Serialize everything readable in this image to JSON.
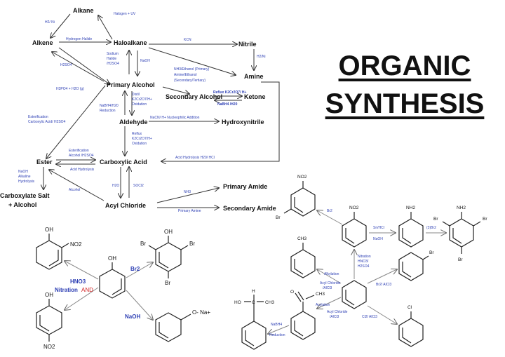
{
  "title": {
    "line1": "ORGANIC",
    "line2": "SYNTHESIS"
  },
  "compounds": {
    "alkane": "Alkane",
    "alkene": "Alkene",
    "haloalkane": "Haloalkane",
    "nitrile": "Nitrile",
    "amine": "Amine",
    "primary_alcohol": "Primary Alcohol",
    "secondary_alcohol": "Secondary Alcohol",
    "ketone": "Ketone",
    "aldehyde": "Aldehyde",
    "hydroxynitrile": "Hydroxynitrile",
    "ester": "Ester",
    "carboxylic_acid": "Carboxylic Acid",
    "carboxylate_salt_1": "Carboxylate Salt",
    "carboxylate_salt_2": "+ Alcohol",
    "acyl_chloride": "Acyl Chloride",
    "primary_amide": "Primary Amide",
    "secondary_amide": "Secondary Amide"
  },
  "reagents": {
    "h2_ni": "H2/ Ni",
    "halogen_uv": "Halogen + UV",
    "hydrogen_halide": "Hydrogen Halide",
    "kcn": "KCN",
    "h2so4": "H2SO4",
    "sodium_halide_1": "Sodium",
    "sodium_halide_2": "Halide",
    "sodium_halide_3": "/H2SO4",
    "naoh": "NaOH",
    "h2_ni_2": "H2/Ni",
    "nh3_1": "NH3/Ethanol (Primary)",
    "nh3_2": "Amine/Ethanol",
    "nh3_3": "(Secondary/Tertiary)",
    "h3po4": "H3PO4 + H2O (g)",
    "distil_1": "Distil",
    "distil_2": "K2Cr2O7/H+",
    "distil_3": "Oxidation",
    "reflux_ketone": "Reflux K2Cr2O7/ H+",
    "nabh4_ketone": "NaBH4 /H20",
    "nabh4_red_1": "NaBH4/H20",
    "nabh4_red_2": "Reduction",
    "esterification_1": "Esterification",
    "esterification_2": "Carboxylic Acid/ H2SO4",
    "nacn": "NaCN/ H+ Nucleophilic Addition",
    "reflux_1": "Reflux",
    "reflux_2": "K2Cr2O7/H+",
    "reflux_3": "Oxidation",
    "ester2_1": "Esterification",
    "ester2_2": "Alcohol /H2SO4",
    "acid_hydrolysis": "Acid Hydrolysis",
    "acid_hydrolysis_nitrile": "Acid Hydrolysis H20/ HCl",
    "naoh_hyd_1": "NaOH",
    "naoh_hyd_2": "Alkaline",
    "naoh_hyd_3": "Hydrolysis",
    "h2o": "H2O",
    "socl2": "SOCl2",
    "alcohol": "Alcohol",
    "nh3": "NH3",
    "primary_amine": "Primary Amine"
  },
  "phenol": {
    "oh1": "OH",
    "no2_1": "NO2",
    "oh2": "OH",
    "no2_2": "NO2",
    "hno3": "HNO3",
    "nitration": "Nitration",
    "and": "AND",
    "oh_center": "OH",
    "br2": "Br2",
    "oh_tribromo": "OH",
    "br_a": "Br",
    "br_b": "Br",
    "br_c": "Br",
    "naoh": "NaOH",
    "o_na": "O- Na+"
  },
  "benzene": {
    "no2_top": "NO2",
    "br_left": "Br",
    "no2_nb": "NO2",
    "br2": "Br2",
    "nh2": "NH2",
    "sn_hcl": "Sn/HCl",
    "naoh": "NaOH",
    "br2_3": "(3)Br2",
    "br_tri_a": "Br",
    "nh2_tri": "NH2",
    "br_tri_b": "Br",
    "br_tri_c": "Br",
    "ch3": "CH3",
    "nitration_1": "Nitration",
    "nitration_2": "HNO3/",
    "nitration_3": "H2SO4",
    "alkylation_1": "Alkylation",
    "alkylation_2": "Acyl Chloride",
    "alkylation_3": "/AlCl3",
    "br_bromo": "Br",
    "br2_alcl3": "Br2/ AlCl3",
    "ketone_o": "O",
    "ketone_ch3": "CH3",
    "acylation_1": "Acylation",
    "acylation_2": "Acyl Chloride",
    "acylation_3": "/AlCl3",
    "cl2_alcl3": "Cl2/ AlCl3",
    "cl": "Cl",
    "ho": "HO",
    "h": "H",
    "c": "C",
    "ch3_alc": "CH3",
    "nabh4_1": "NaBH4",
    "nabh4_2": "Reduction"
  }
}
